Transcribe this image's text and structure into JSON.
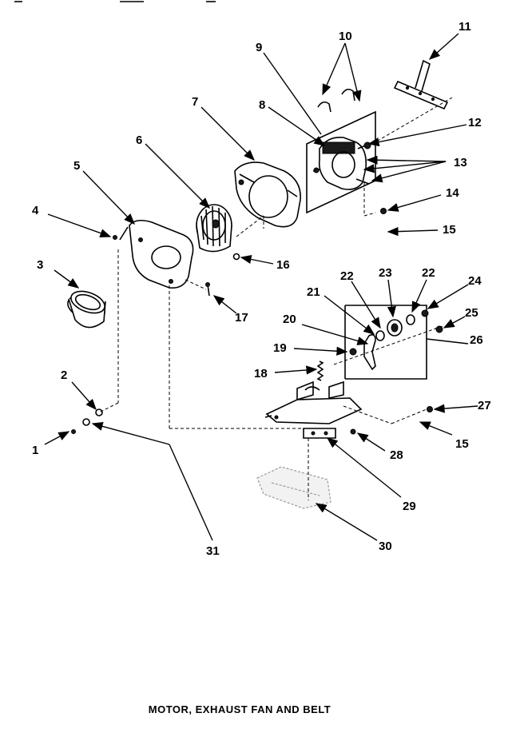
{
  "caption": "MOTOR, EXHAUST FAN AND BELT",
  "callouts": [
    "1",
    "2",
    "3",
    "4",
    "5",
    "6",
    "7",
    "8",
    "9",
    "10",
    "11",
    "12",
    "13",
    "14",
    "15",
    "15",
    "16",
    "17",
    "18",
    "19",
    "20",
    "21",
    "22",
    "22",
    "23",
    "24",
    "25",
    "26",
    "27",
    "28",
    "29",
    "30",
    "31"
  ]
}
